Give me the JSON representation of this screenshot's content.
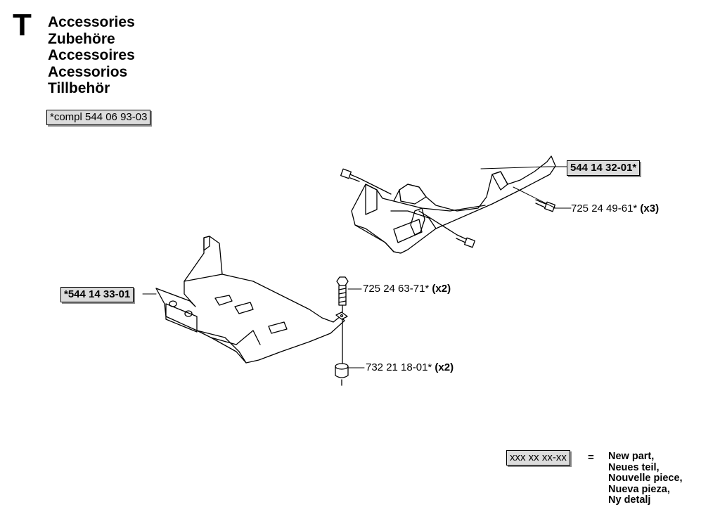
{
  "section": {
    "letter": "T"
  },
  "titles": [
    "Accessories",
    "Zubehöre",
    "Accessoires",
    "Acessorios",
    "Tillbehör"
  ],
  "complete_kit": {
    "label": "*compl 544 06 93-03"
  },
  "parts": {
    "upper_guard": {
      "number": "544 14 32-01*"
    },
    "lower_guard": {
      "number": "*544 14 33-01"
    },
    "bolt_upper": {
      "number": "725 24 49-61*",
      "qty": "(x3)"
    },
    "bolt_lower": {
      "number": "725 24 63-71*",
      "qty": "(x2)"
    },
    "nut": {
      "number": "732 21 18-01*",
      "qty": "(x2)"
    }
  },
  "legend": {
    "code": "xxx xx xx-xx",
    "equals": "=",
    "lines": [
      "New part,",
      "Neues teil,",
      "Nouvelle piece,",
      "Nueva pieza,",
      "Ny detalj"
    ]
  }
}
